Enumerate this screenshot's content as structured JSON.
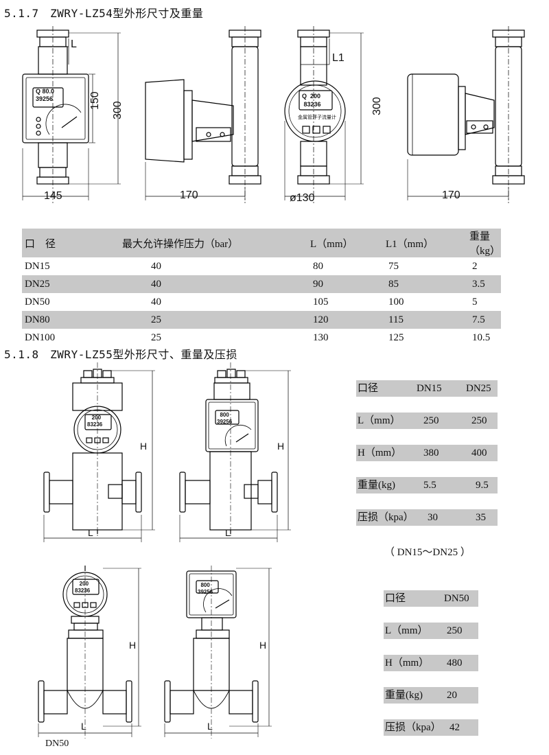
{
  "section1": {
    "title": "5.1.7　ZWRY-LZ54型外形尺寸及重量",
    "dims": {
      "L": "L",
      "L1": "L1",
      "d300a": "300",
      "d150": "150",
      "d145": "145",
      "d170a": "170",
      "d300b": "300",
      "d130": "ø130",
      "d170b": "170"
    },
    "display_main": {
      "q": "Q",
      "v1": "80.0",
      "v2": "39256"
    },
    "display_round": {
      "q": "Q",
      "v1": "200",
      "v2": "83236",
      "label": "金属管浮子流量计"
    },
    "table": {
      "headers": [
        "口　径",
        "最大允许操作压力（bar）",
        "L（mm）",
        "L1（mm）",
        "重量（kg）"
      ],
      "rows": [
        [
          "DN15",
          "40",
          "80",
          "75",
          "2"
        ],
        [
          "DN25",
          "40",
          "90",
          "85",
          "3.5"
        ],
        [
          "DN50",
          "40",
          "105",
          "100",
          "5"
        ],
        [
          "DN80",
          "25",
          "120",
          "115",
          "7.5"
        ],
        [
          "DN100",
          "25",
          "130",
          "125",
          "10.5"
        ]
      ]
    }
  },
  "section2": {
    "title": "5.1.8　ZWRY-LZ55型外形尺寸、重量及压损",
    "dims": {
      "H": "H",
      "L": "L"
    },
    "displays": {
      "d1v1": "200",
      "d1v2": "83236",
      "d2v1": "800",
      "d2v2": "39256",
      "d3v1": "200",
      "d3v2": "83236",
      "d4v1": "800",
      "d4v2": "39256"
    },
    "table_a": {
      "rows": [
        [
          "口径",
          "DN15",
          "DN25"
        ],
        [
          "L（mm）",
          "250",
          "250"
        ],
        [
          "H（mm）",
          "380",
          "400"
        ],
        [
          "重量(kg)",
          "5.5",
          "9.5"
        ],
        [
          "压损（kpa）",
          "30",
          "35"
        ]
      ],
      "note": "（ DN15～DN25 ）"
    },
    "table_b": {
      "rows": [
        [
          "口径",
          "DN50"
        ],
        [
          "L（mm）",
          "250"
        ],
        [
          "H（mm）",
          "480"
        ],
        [
          "重量(kg)",
          "20"
        ],
        [
          "压损（kpa）",
          "42"
        ]
      ]
    },
    "caption": "DN50"
  }
}
